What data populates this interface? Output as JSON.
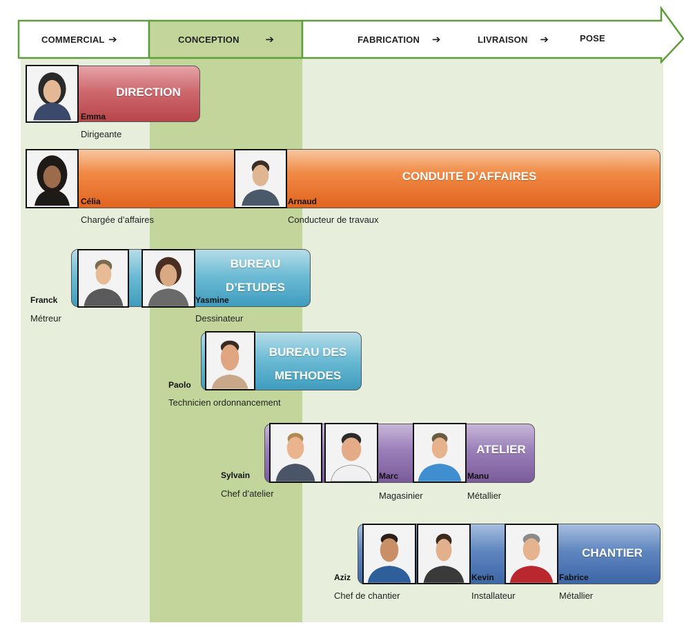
{
  "stages": {
    "commercial": "COMMERCIAL",
    "conception": "CONCEPTION",
    "fabrication": "FABRICATION",
    "livraison": "LIVRAISON",
    "pose": "POSE",
    "arrow": "➔"
  },
  "departments": {
    "direction": {
      "title": "DIRECTION",
      "color": "#c65a60"
    },
    "conduite": {
      "title": "CONDUITE D’AFFAIRES",
      "color": "#e8742f"
    },
    "bureau_etudes": {
      "title_line1": "BUREAU",
      "title_line2": "D’ETUDES",
      "color": "#5fb3cf"
    },
    "bureau_methodes": {
      "title_line1": "BUREAU DES",
      "title_line2": "METHODES",
      "color": "#5fb3cf"
    },
    "atelier": {
      "title": "ATELIER",
      "color": "#8d70ad"
    },
    "chantier": {
      "title": "CHANTIER",
      "color": "#4f78b5"
    }
  },
  "people": {
    "emma": {
      "name": "Emma",
      "role": "Dirigeante"
    },
    "celia": {
      "name": "Célia",
      "role": "Chargée d’affaires"
    },
    "arnaud": {
      "name": "Arnaud",
      "role": "Conducteur de travaux"
    },
    "franck": {
      "name": "Franck",
      "role": "Métreur"
    },
    "yasmine": {
      "name": "Yasmine",
      "role": "Dessinateur"
    },
    "paolo": {
      "name": "Paolo",
      "role": "Technicien ordonnancement"
    },
    "sylvain": {
      "name": "Sylvain",
      "role": "Chef d’atelier"
    },
    "marc": {
      "name": "Marc",
      "role": "Magasinier"
    },
    "manu": {
      "name": "Manu",
      "role": "Métallier"
    },
    "aziz": {
      "name": "Aziz",
      "role": "Chef de chantier"
    },
    "kevin": {
      "name": "Kevin",
      "role": "Installateur"
    },
    "fabrice": {
      "name": "Fabrice",
      "role": "Métallier"
    }
  }
}
